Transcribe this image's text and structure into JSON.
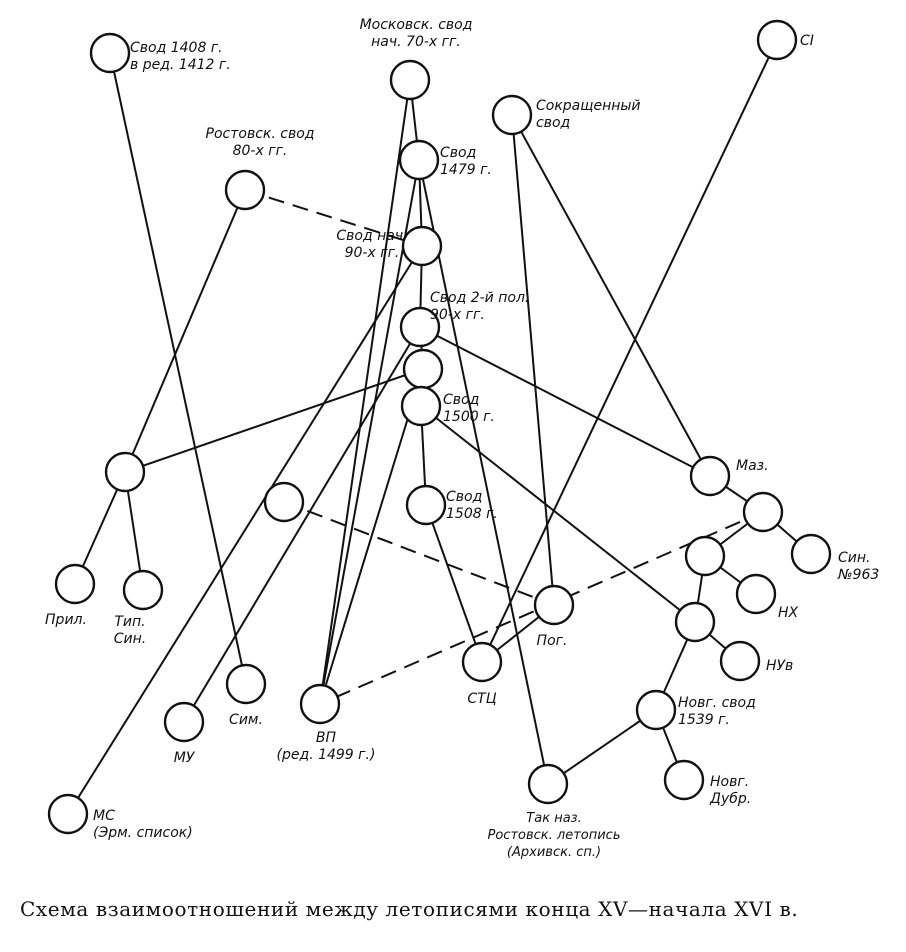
{
  "caption": "Схема взаимоотношений между летописями конца XV—начала XVI в.",
  "nodes": [
    {
      "id": "svod1408",
      "label": [
        "Свод 1408 г.",
        "в ред. 1412 г."
      ]
    },
    {
      "id": "moskov70",
      "label": [
        "Московск. свод",
        "нач. 70-х гг."
      ]
    },
    {
      "id": "ci",
      "label": [
        "CI"
      ]
    },
    {
      "id": "sokr",
      "label": [
        "Сокращенный",
        "свод"
      ]
    },
    {
      "id": "svod1479",
      "label": [
        "Свод",
        "1479 г."
      ]
    },
    {
      "id": "rostov80",
      "label": [
        "Ростовск. свод",
        "80-х гг."
      ]
    },
    {
      "id": "nach90",
      "label": [
        "Свод нач.",
        "90-х гг."
      ]
    },
    {
      "id": "pol90",
      "label": [
        "Свод 2-й пол.",
        "90-х гг."
      ]
    },
    {
      "id": "unlabeled_mid",
      "label": []
    },
    {
      "id": "svod1500",
      "label": [
        "Свод",
        "1500 г."
      ]
    },
    {
      "id": "left_hub",
      "label": []
    },
    {
      "id": "mid_left",
      "label": []
    },
    {
      "id": "svod1508",
      "label": [
        "Свод",
        "1508 г."
      ]
    },
    {
      "id": "maz",
      "label": [
        "Маз."
      ]
    },
    {
      "id": "right_hub",
      "label": []
    },
    {
      "id": "right_hub2",
      "label": []
    },
    {
      "id": "sin963",
      "label": [
        "Син.",
        "№963"
      ]
    },
    {
      "id": "pril",
      "label": [
        "Прил."
      ]
    },
    {
      "id": "tip",
      "label": [
        "Тип.",
        "Син."
      ]
    },
    {
      "id": "pog",
      "label": [
        "Пог."
      ]
    },
    {
      "id": "nx",
      "label": [
        "НХ"
      ]
    },
    {
      "id": "right_hub3",
      "label": []
    },
    {
      "id": "nuv",
      "label": [
        "НУв"
      ]
    },
    {
      "id": "stc",
      "label": [
        "СТЦ"
      ]
    },
    {
      "id": "sim",
      "label": [
        "Сим."
      ]
    },
    {
      "id": "vp",
      "label": [
        "ВП",
        "(ред. 1499 г.)"
      ]
    },
    {
      "id": "mu",
      "label": [
        "МУ"
      ]
    },
    {
      "id": "novg1539",
      "label": [
        "Новг. свод",
        "1539 г."
      ]
    },
    {
      "id": "tak_naz",
      "label": [
        "Так наз.",
        "Ростовск. летопись",
        "(Архивск. сп.)"
      ]
    },
    {
      "id": "novg_dubr",
      "label": [
        "Новг.",
        "Дубр."
      ]
    },
    {
      "id": "ms",
      "label": [
        "МС",
        "(Эрм. список)"
      ]
    }
  ],
  "edges": [
    {
      "from": "svod1408",
      "to": "sim",
      "style": "solid"
    },
    {
      "from": "moskov70",
      "to": "svod1479",
      "style": "solid"
    },
    {
      "from": "moskov70",
      "to": "vp",
      "style": "solid"
    },
    {
      "from": "svod1479",
      "to": "nach90",
      "style": "solid"
    },
    {
      "from": "svod1479",
      "to": "vp",
      "style": "solid"
    },
    {
      "from": "svod1479",
      "to": "tak_naz",
      "style": "solid"
    },
    {
      "from": "rostov80",
      "to": "nach90",
      "style": "dashed"
    },
    {
      "from": "rostov80",
      "to": "left_hub",
      "style": "solid"
    },
    {
      "from": "nach90",
      "to": "pol90",
      "style": "solid"
    },
    {
      "from": "nach90",
      "to": "ms",
      "style": "solid"
    },
    {
      "from": "pol90",
      "to": "unlabeled_mid",
      "style": "solid"
    },
    {
      "from": "pol90",
      "to": "maz",
      "style": "solid"
    },
    {
      "from": "pol90",
      "to": "mu",
      "style": "solid"
    },
    {
      "from": "unlabeled_mid",
      "to": "svod1500",
      "style": "solid"
    },
    {
      "from": "unlabeled_mid",
      "to": "left_hub",
      "style": "solid"
    },
    {
      "from": "unlabeled_mid",
      "to": "vp",
      "style": "solid"
    },
    {
      "from": "svod1500",
      "to": "svod1508",
      "style": "solid"
    },
    {
      "from": "svod1500",
      "to": "right_hub3",
      "style": "solid"
    },
    {
      "from": "svod1508",
      "to": "stc",
      "style": "solid"
    },
    {
      "from": "left_hub",
      "to": "pril",
      "style": "solid"
    },
    {
      "from": "left_hub",
      "to": "tip",
      "style": "solid"
    },
    {
      "from": "mid_left",
      "to": "pog",
      "style": "dashed"
    },
    {
      "from": "sokr",
      "to": "pog",
      "style": "solid"
    },
    {
      "from": "sokr",
      "to": "maz",
      "style": "solid"
    },
    {
      "from": "ci",
      "to": "stc",
      "style": "solid"
    },
    {
      "from": "pog",
      "to": "stc",
      "style": "solid"
    },
    {
      "from": "maz",
      "to": "right_hub",
      "style": "solid"
    },
    {
      "from": "right_hub",
      "to": "right_hub2",
      "style": "solid"
    },
    {
      "from": "right_hub",
      "to": "sin963",
      "style": "solid"
    },
    {
      "from": "right_hub",
      "to": "vp",
      "style": "dashed"
    },
    {
      "from": "right_hub2",
      "to": "nx",
      "style": "solid"
    },
    {
      "from": "right_hub2",
      "to": "right_hub3",
      "style": "solid"
    },
    {
      "from": "right_hub3",
      "to": "nuv",
      "style": "solid"
    },
    {
      "from": "right_hub3",
      "to": "novg1539",
      "style": "solid"
    },
    {
      "from": "novg1539",
      "to": "tak_naz",
      "style": "solid"
    },
    {
      "from": "novg1539",
      "to": "novg_dubr",
      "style": "solid"
    }
  ]
}
